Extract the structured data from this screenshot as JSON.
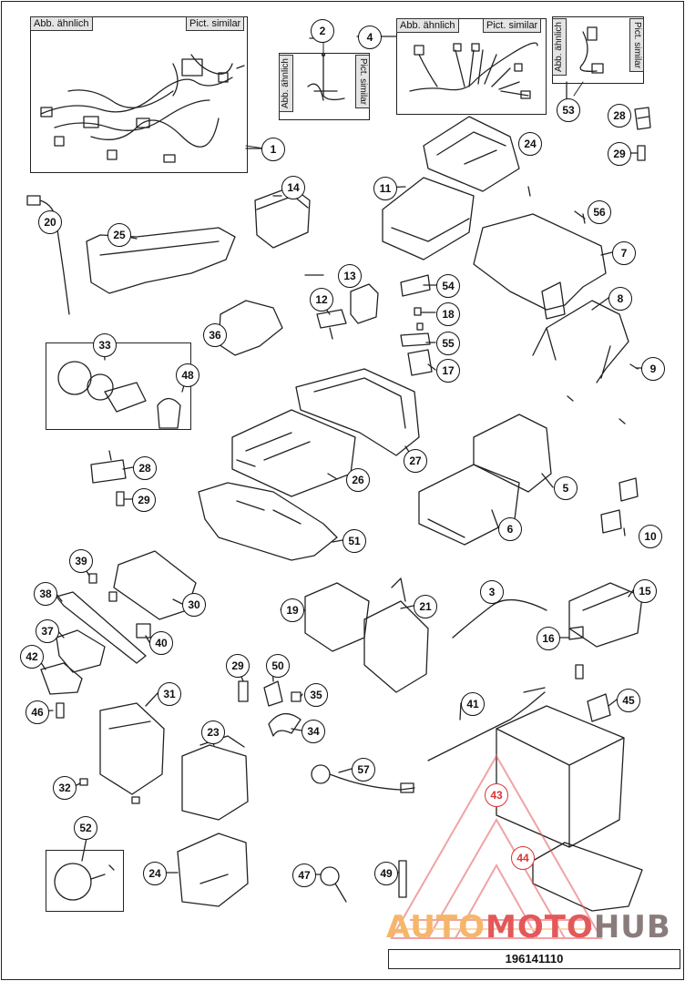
{
  "labels": {
    "abb_ahnlich": "Abb. ähnlich",
    "pict_similar": "Pict. similar"
  },
  "document_number": "196141110",
  "watermark": {
    "part1": "AUTO",
    "part2": "MOTO",
    "part3": "HUB"
  },
  "callouts": {
    "c1": "1",
    "c2": "2",
    "c3": "3",
    "c4": "4",
    "c5": "5",
    "c6": "6",
    "c7": "7",
    "c8": "8",
    "c9": "9",
    "c10": "10",
    "c11": "11",
    "c12": "12",
    "c13": "13",
    "c14": "14",
    "c15": "15",
    "c16": "16",
    "c17": "17",
    "c18": "18",
    "c19": "19",
    "c20": "20",
    "c21": "21",
    "c23": "23",
    "c24a": "24",
    "c24b": "24",
    "c25": "25",
    "c26": "26",
    "c27": "27",
    "c28a": "28",
    "c28b": "28",
    "c29a": "29",
    "c29b": "29",
    "c29c": "29",
    "c30": "30",
    "c31": "31",
    "c32": "32",
    "c33": "33",
    "c34": "34",
    "c35": "35",
    "c36": "36",
    "c37": "37",
    "c38": "38",
    "c39": "39",
    "c40": "40",
    "c41": "41",
    "c42": "42",
    "c43": "43",
    "c44": "44",
    "c45": "45",
    "c46": "46",
    "c47": "47",
    "c48": "48",
    "c49": "49",
    "c50": "50",
    "c51": "51",
    "c52": "52",
    "c53": "53",
    "c54": "54",
    "c55": "55",
    "c56": "56",
    "c57": "57"
  },
  "colors": {
    "line": "#222222",
    "watermark_red": "#e3585a",
    "watermark_orange": "#f6b66a",
    "tag_bg": "#e4e4e4"
  }
}
